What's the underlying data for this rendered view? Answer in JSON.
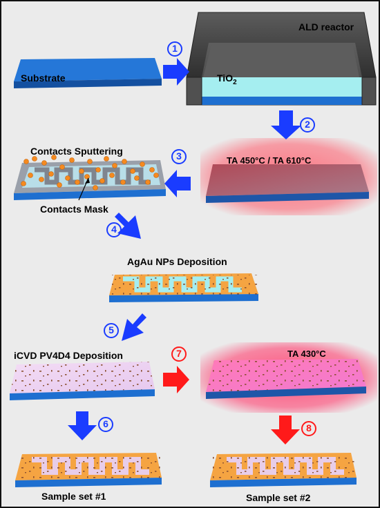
{
  "labels": {
    "substrate": "Substrate",
    "ald_reactor": "ALD reactor",
    "tio2": "TiO",
    "tio2_sub": "2",
    "ta_450_610": "TA 450°C / TA 610°C",
    "contacts_sputtering": "Contacts Sputtering",
    "contacts_mask": "Contacts Mask",
    "agau_deposition": "AgAu NPs Deposition",
    "icvd_deposition": "iCVD PV4D4 Deposition",
    "ta_430": "TA 430°C",
    "sample_set_1": "Sample set #1",
    "sample_set_2": "Sample set #2"
  },
  "steps": [
    "1",
    "2",
    "3",
    "4",
    "5",
    "6",
    "7",
    "8"
  ],
  "colors": {
    "background": "#ebebeb",
    "substrate_blue": "#1e6fd0",
    "tio2_cyan": "#a5eef0",
    "contact_orange": "#f5a442",
    "arrow_blue": "#1a3cff",
    "arrow_red": "#ff1a1a",
    "reactor_gray": "#5a5a5a",
    "anneal_glow": "#ff5a6a"
  }
}
